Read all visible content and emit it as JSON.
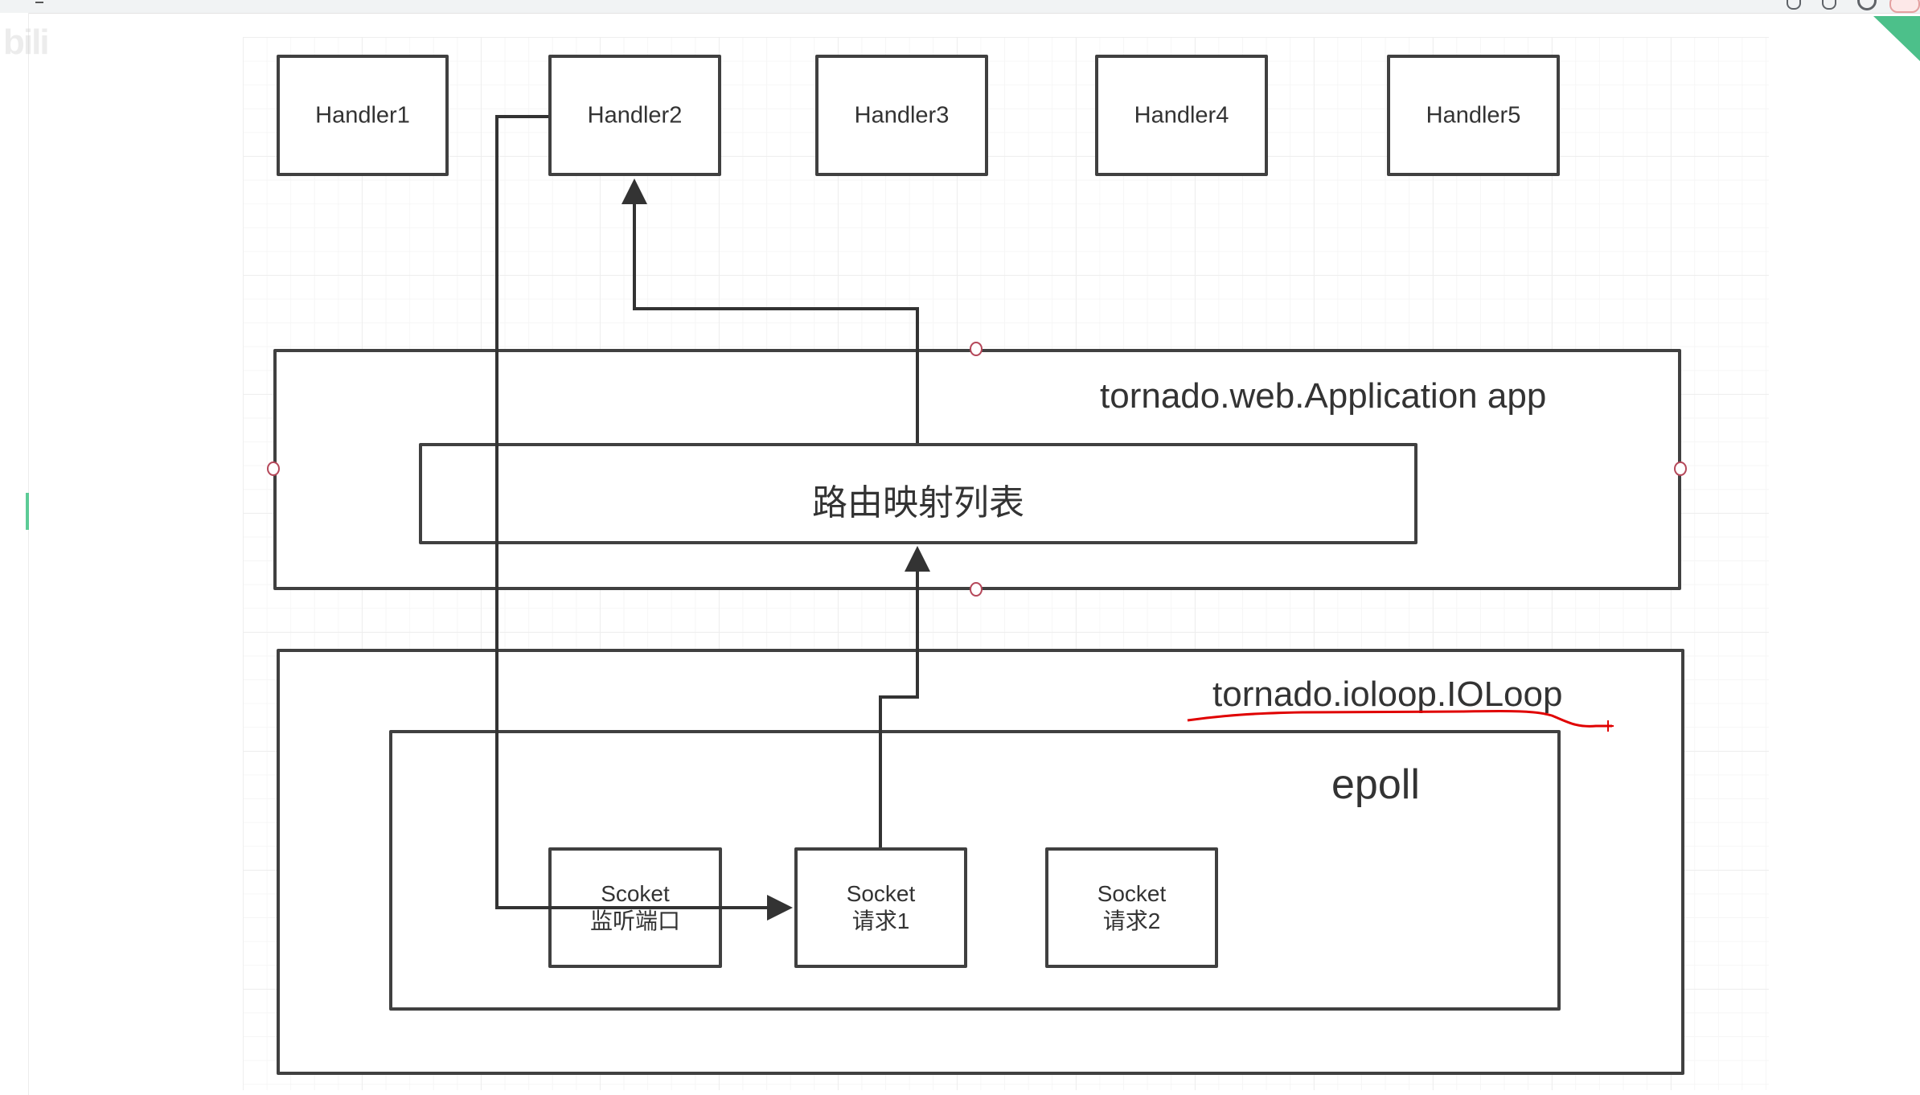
{
  "browser": {
    "icons": [
      "minimize-icon",
      "extension-icon",
      "pin-icon",
      "reload-icon",
      "profile-badge"
    ]
  },
  "diagram": {
    "handlers": [
      {
        "label": "Handler1"
      },
      {
        "label": "Handler2"
      },
      {
        "label": "Handler3"
      },
      {
        "label": "Handler4"
      },
      {
        "label": "Handler5"
      }
    ],
    "application": {
      "label": "tornado.web.Application app"
    },
    "routing_table": {
      "label": "路由映射列表"
    },
    "ioloop": {
      "label": "tornado.ioloop.IOLoop",
      "annotation_color": "#e00000"
    },
    "epoll": {
      "label": "epoll"
    },
    "sockets": [
      {
        "line1": "Scoket",
        "line2": "监听端口"
      },
      {
        "line1": "Socket",
        "line2": "请求1"
      },
      {
        "line1": "Socket",
        "line2": "请求2"
      }
    ],
    "connectors": [
      {
        "from": "Scoket 监听端口",
        "to": "Socket 请求1",
        "type": "arrow",
        "via": "Handler2 left edge"
      },
      {
        "from": "Socket 请求1",
        "to": "路由映射列表",
        "type": "arrow"
      },
      {
        "from": "路由映射列表",
        "to": "Handler2",
        "type": "arrow"
      }
    ],
    "colors": {
      "stroke": "#404040",
      "text": "#333333",
      "connection_point": "#b5485a",
      "accent_green": "#4cc08a"
    }
  }
}
